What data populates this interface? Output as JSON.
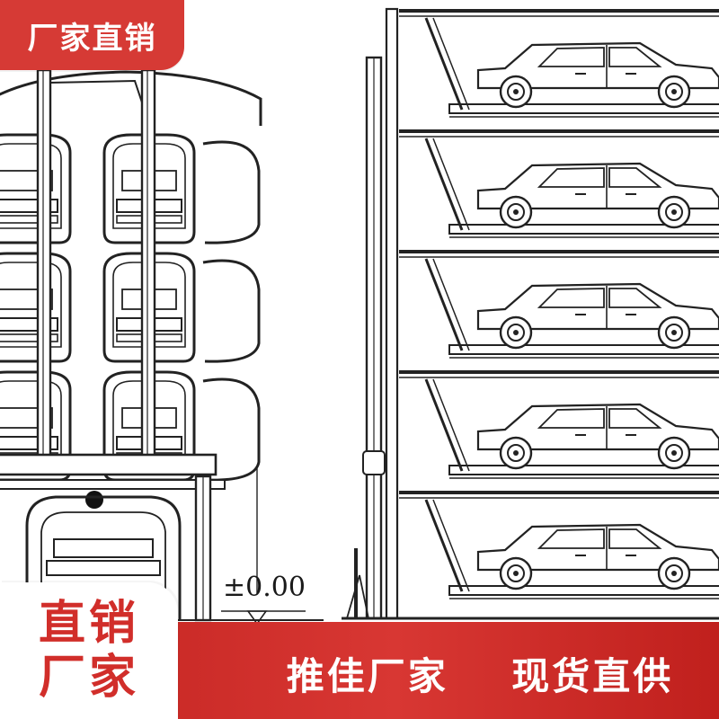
{
  "top_badge": {
    "text": "厂家直销",
    "color": "#d63a35"
  },
  "bottom_badge": {
    "line1": "直销",
    "line2": "厂家",
    "color": "#d12e2a"
  },
  "bottom_slogan": {
    "text": "推佳厂家    现货直供"
  },
  "drawing": {
    "level_label": "±0.00",
    "description_icons": [
      "car-icon",
      "wheel-icon",
      "parking-tier-icon"
    ],
    "left_tower_tiers": 4,
    "right_rack_tiers": 5
  },
  "colors": {
    "brand_red": "#d63a35",
    "line": "#222222",
    "background": "#ffffff"
  }
}
